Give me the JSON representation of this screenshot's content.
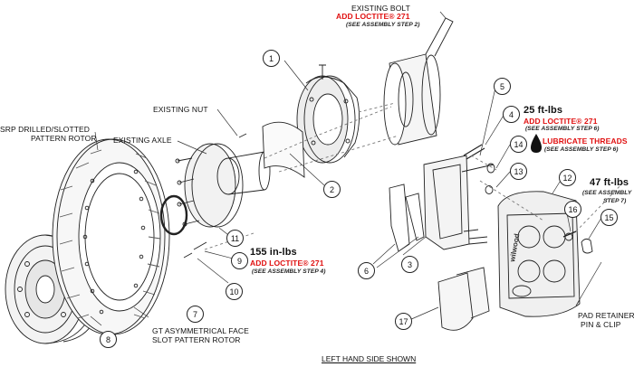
{
  "labels": {
    "existing_bolt": "EXISTING BOLT",
    "existing_nut": "EXISTING NUT",
    "existing_axle": "EXISTING AXLE",
    "rotor_srp_line1": "SRP DRILLED/SLOTTED",
    "rotor_srp_line2": "PATTERN ROTOR",
    "rotor_gt_line1": "GT ASYMMETRICAL FACE",
    "rotor_gt_line2": "SLOT PATTERN ROTOR",
    "pad_retainer_line1": "PAD RETAINER",
    "pad_retainer_line2": "PIN & CLIP",
    "footer": "LEFT HAND SIDE SHOWN"
  },
  "notes": {
    "bolt_loctite": "ADD LOCTITE® 271",
    "bolt_step": "(SEE ASSEMBLY STEP 2)",
    "t25": "25 ft-lbs",
    "t25_loctite": "ADD LOCTITE® 271",
    "t25_step": "(SEE ASSEMBLY STEP 6)",
    "lube": "LUBRICATE THREADS",
    "lube_step": "(SEE ASSEMBLY STEP 6)",
    "t47": "47 ft-lbs",
    "t47_step_line1": "(SEE ASSEMBLY",
    "t47_step_line2": "STEP 7)",
    "t155": "155 in-lbs",
    "t155_loctite": "ADD LOCTITE® 271",
    "t155_step": "(SEE ASSEMBLY STEP 4)"
  },
  "callouts": [
    "1",
    "2",
    "3",
    "4",
    "5",
    "6",
    "7",
    "8",
    "9",
    "10",
    "11",
    "12",
    "13",
    "14",
    "15",
    "16",
    "17"
  ],
  "brand": "wilwood",
  "colors": {
    "accent_red": "#e01010",
    "line": "#222222"
  }
}
